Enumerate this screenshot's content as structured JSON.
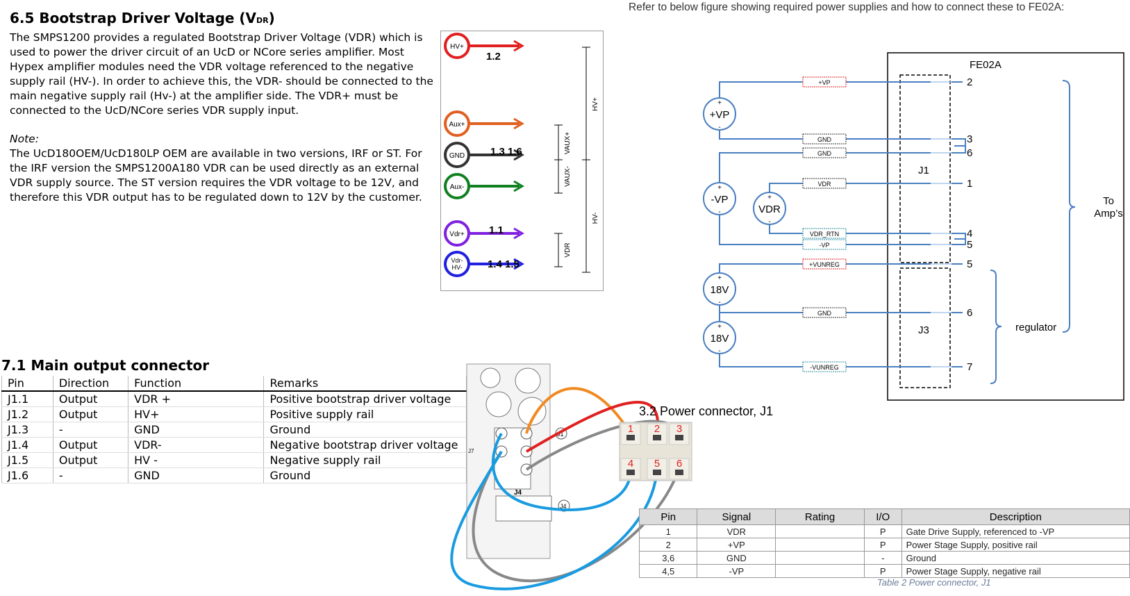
{
  "sec65": {
    "title": "6.5   Bootstrap Driver Voltage (V",
    "title_sub": "DR",
    "title_end": ")",
    "p1": "The SMPS1200 provides a regulated Bootstrap Driver Voltage (VDR) which is used to power the driver circuit of an UcD or NCore series amplifier. Most Hypex amplifier modules need the VDR voltage referenced to the negative supply rail (HV-). In order to achieve this, the VDR- should be connected to the main negative supply rail (Hv-) at the amplifier side. The VDR+ must be connected to the UcD/NCore series VDR supply input.",
    "note_label": "Note:",
    "p2": "The UcD180OEM/UcD180LP OEM are available in two versions, IRF or ST. For the IRF version the SMPS1200A180 VDR can be used directly as an external VDR supply source. The ST version requires the VDR voltage to be 12V, and therefore this VDR output has to be regulated down to 12V by the customer."
  },
  "rails_figure": {
    "circles": [
      {
        "label": "HV+",
        "color": "#e02020"
      },
      {
        "label": "Aux+",
        "color": "#e06020"
      },
      {
        "label": "GND",
        "color": "#333333"
      },
      {
        "label": "Aux-",
        "color": "#108020"
      },
      {
        "label": "Vdr+",
        "color": "#8020e0"
      },
      {
        "label": "Vdr-\nHV-",
        "color": "#2020e0"
      }
    ],
    "pin_labels": [
      "1.2",
      "1.3 1.6",
      "1.1",
      "1.4  1.5"
    ],
    "span_labels": [
      "HV+",
      "HV-",
      "VAUX+",
      "VAUX-",
      "VDR"
    ]
  },
  "refline": "Refer to below figure showing required power supplies and how to connect these to FE02A:",
  "fe02a": {
    "title": "FE02A",
    "supplies": [
      "+VP",
      "-VP",
      "VDR",
      "18V",
      "18V"
    ],
    "nets": [
      "+VP",
      "GND",
      "GND",
      "VDR",
      "VDR_RTN",
      "-VP",
      "+VUNREG",
      "GND",
      "-VUNREG"
    ],
    "pins": [
      "2",
      "3",
      "6",
      "1",
      "4",
      "5",
      "5",
      "6",
      "7"
    ],
    "connectors": [
      "J1",
      "J3"
    ],
    "to_amps": "To\nAmp’s",
    "regulator": "regulator"
  },
  "sec71": {
    "title": "7.1   Main output connector",
    "headers": [
      "Pin",
      "Direction",
      "Function",
      "Remarks"
    ],
    "rows": [
      [
        "J1.1",
        "Output",
        "VDR +",
        "Positive bootstrap driver voltage"
      ],
      [
        "J1.2",
        "Output",
        "HV+",
        "Positive supply rail"
      ],
      [
        "J1.3",
        "-",
        "GND",
        "Ground"
      ],
      [
        "J1.4",
        "Output",
        "VDR-",
        "Negative bootstrap driver voltage"
      ],
      [
        "J1.5",
        "Output",
        "HV -",
        "Negative supply rail"
      ],
      [
        "J1.6",
        "-",
        "GND",
        "Ground"
      ]
    ]
  },
  "wiring_photo": {
    "labels": [
      "J1",
      "J4",
      "J4",
      "J7"
    ],
    "pin_numbers": [
      "1",
      "2",
      "3",
      "4",
      "5",
      "6"
    ]
  },
  "j1": {
    "title": "3.2 Power connector, J1",
    "headers": [
      "Pin",
      "Signal",
      "Rating",
      "I/O",
      "Description"
    ],
    "rows": [
      [
        "1",
        "VDR",
        "",
        "P",
        "Gate Drive Supply, referenced to -VP"
      ],
      [
        "2",
        "+VP",
        "",
        "P",
        "Power Stage Supply, positive rail"
      ],
      [
        "3,6",
        "GND",
        "",
        "-",
        "Ground"
      ],
      [
        "4,5",
        "-VP",
        "",
        "P",
        "Power Stage Supply, negative rail"
      ]
    ],
    "caption": "Table 2 Power connector, J1"
  }
}
